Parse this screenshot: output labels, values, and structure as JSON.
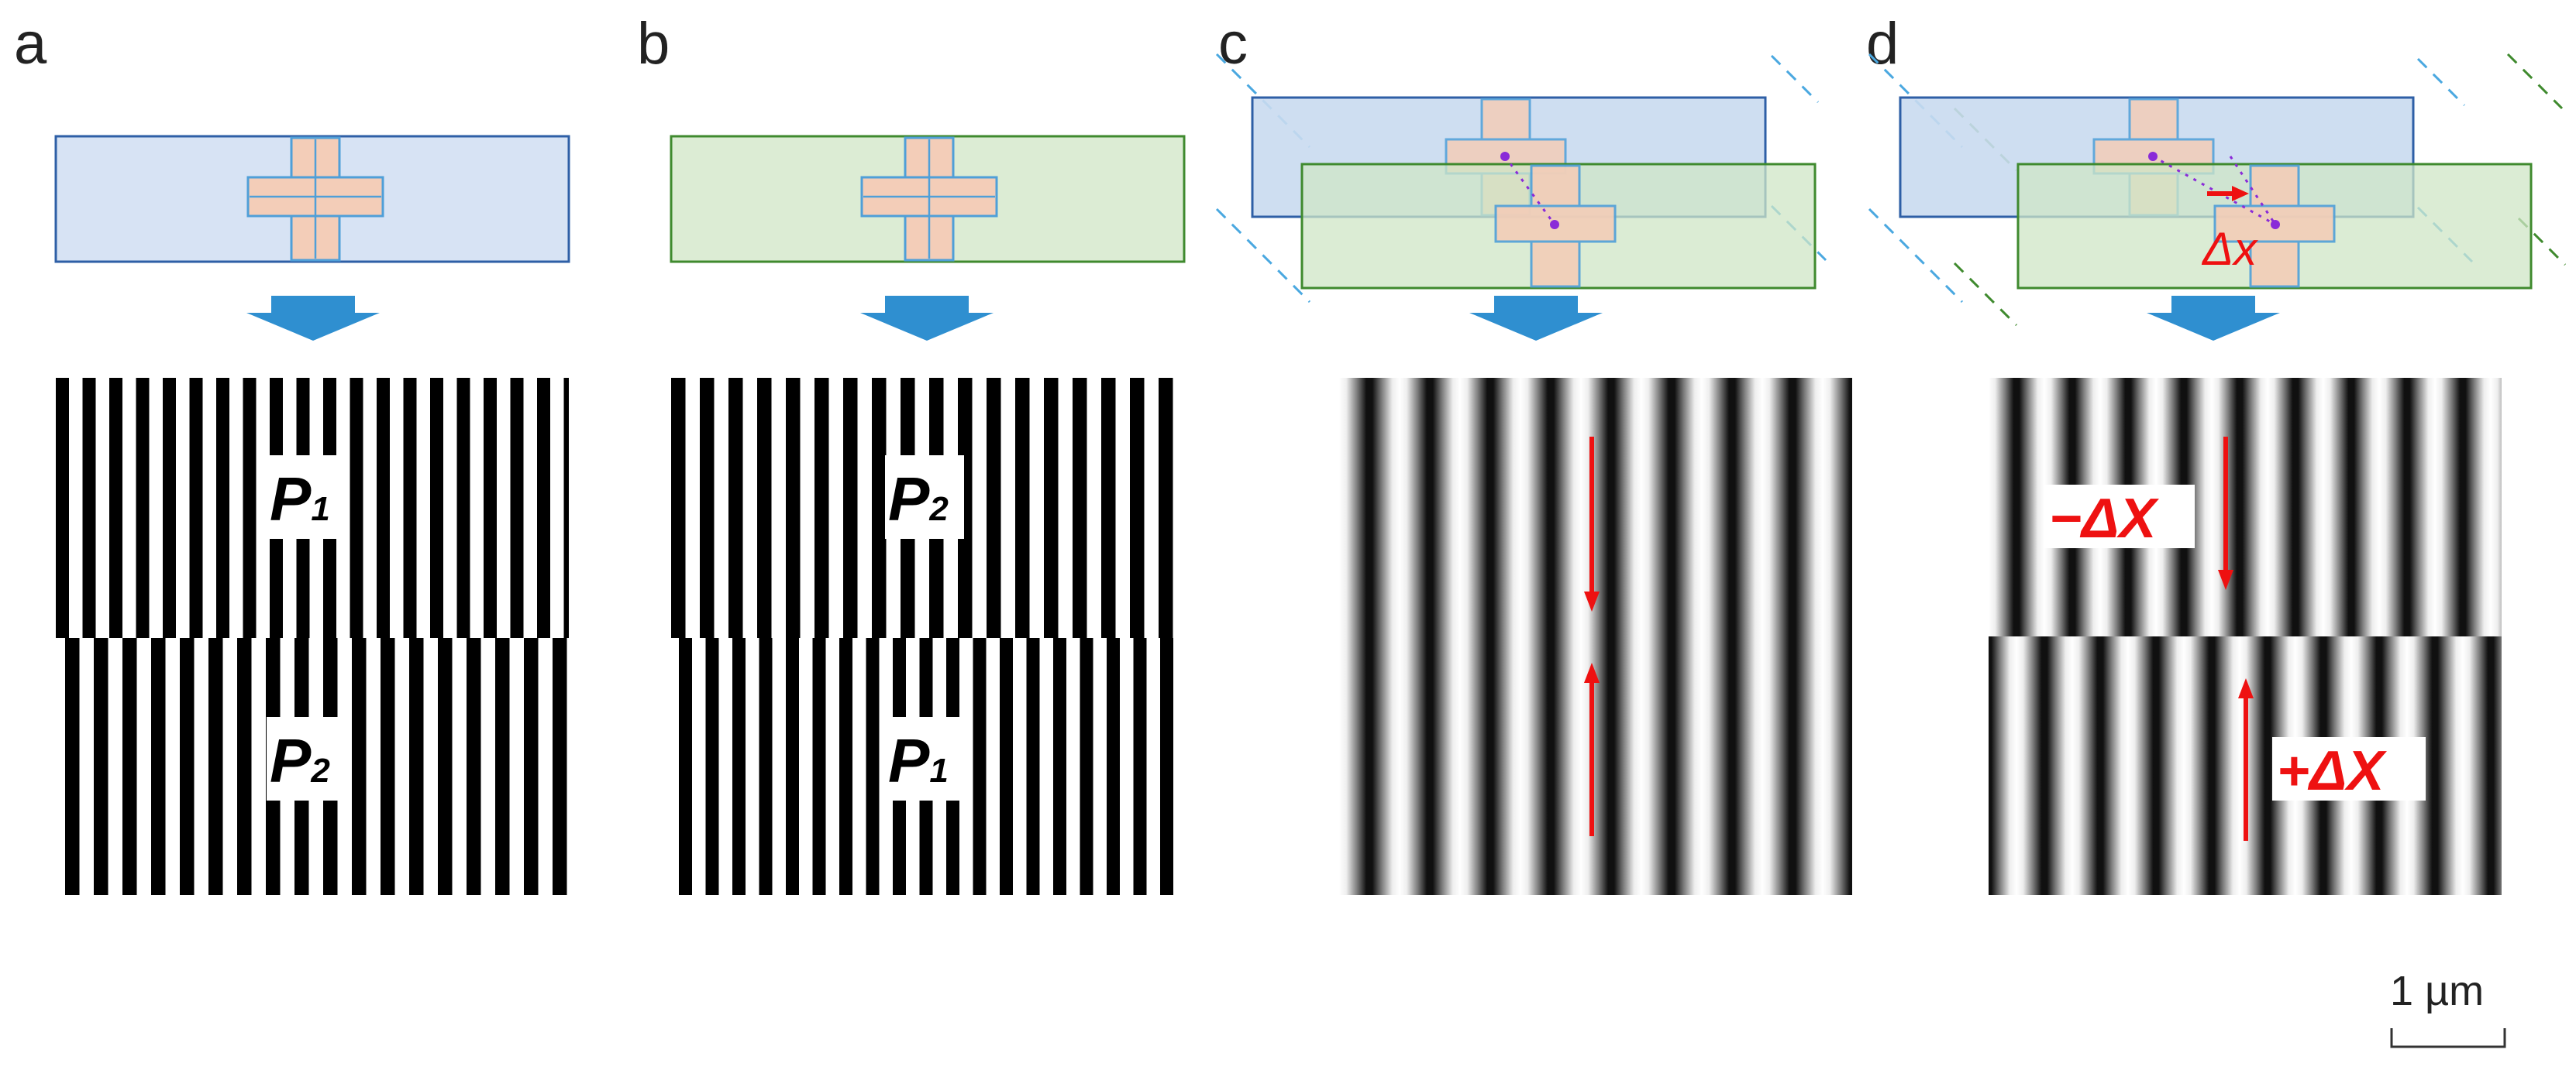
{
  "panels": [
    {
      "letter": "a",
      "top_period_label": "P",
      "top_period_sub": "1",
      "bottom_period_label": "P",
      "bottom_period_sub": "2"
    },
    {
      "letter": "b",
      "top_period_label": "P",
      "top_period_sub": "2",
      "bottom_period_label": "P",
      "bottom_period_sub": "1"
    },
    {
      "letter": "c"
    },
    {
      "letter": "d",
      "offset_label": "Δx",
      "minus_shift_label": "−ΔX",
      "plus_shift_label": "+ΔX"
    }
  ],
  "scale_bar": {
    "label": "1 µm"
  },
  "colors": {
    "blue_layer_fill": "#d7e3f4",
    "blue_layer_stroke": "#2e5fa6",
    "green_layer_fill": "#dcecd4",
    "green_layer_stroke": "#3f8a2e",
    "mark_fill": "#f3cdb8",
    "mark_stroke": "#4f9fd8",
    "arrow_fill": "#2f8fd0",
    "red": "#ee1111",
    "purple_dot": "#8a2bd8",
    "dashed_blue": "#4aa8e0",
    "dashed_green": "#3f8a2e"
  }
}
